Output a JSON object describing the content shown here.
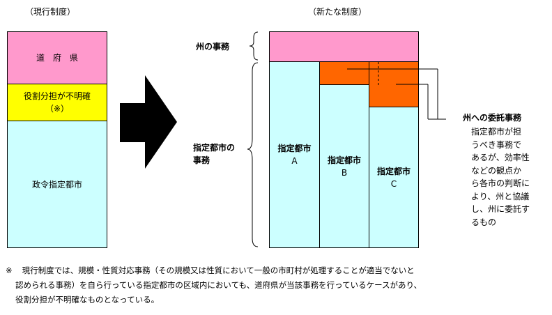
{
  "current": {
    "heading": "（現行制度）",
    "prefecture": "道　府　県",
    "unclear_line1": "役割分担が不明確",
    "unclear_line2": "（※）",
    "designated_city": "政令指定都市"
  },
  "new": {
    "heading": "（新たな制度）",
    "state_affairs": "州の事務",
    "city_affairs_line1": "指定都市の",
    "city_affairs_line2": "事務",
    "city_a_line1": "指定都市",
    "city_a_line2": "A",
    "city_b_line1": "指定都市",
    "city_b_line2": "B",
    "city_c_line1": "指定都市",
    "city_c_line2": "C",
    "delegated_title": "州への委託事務",
    "delegated_desc": [
      "指定都市が担",
      "うべき事務で",
      "あるが、効率性",
      "などの観点か",
      "ら各市の判断に",
      "より、州と協議",
      "し、州に委託す",
      "るもの"
    ]
  },
  "note": {
    "mark": "※",
    "line1": "現行制度では、規模・性質対応事務（その規模又は性質において一般の市町村が処理することが適当でないと",
    "line2": "認められる事務）を自ら行っている指定都市の区域内においても、道府県が当該事務を行っているケースがあり、",
    "line3": "役割分担が不明確なものとなっている。"
  },
  "colors": {
    "pink": "#ff99cc",
    "yellow": "#ffff00",
    "cyan": "#ccffff",
    "orange": "#ff6600",
    "black": "#000000"
  }
}
